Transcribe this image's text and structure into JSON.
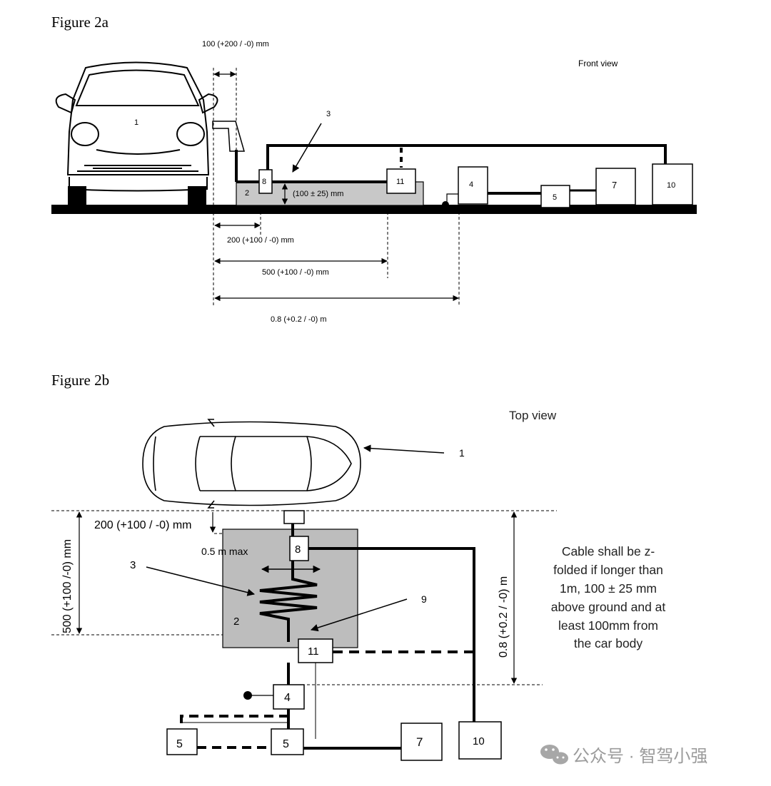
{
  "figure_a": {
    "title": "Figure 2a",
    "view_label": "Front view",
    "dim_top": "100 (+200 / -0) mm",
    "dim_height": "(100   ±  25)   mm",
    "dim_200": "200 (+100 / -0) mm",
    "dim_500": "500 (+100 / -0) mm",
    "dim_08": "0.8 (+0.2 / -0) m",
    "labels": {
      "car": "1",
      "table": "2",
      "cable": "3",
      "dut4": "4",
      "dut5": "5",
      "dut7": "7",
      "dut8": "8",
      "dut10": "10",
      "dut11": "11"
    }
  },
  "figure_b": {
    "title": "Figure 2b",
    "view_label": "Top view",
    "dim_200": "200 (+100 / -0) mm",
    "dim_05": "0.5 m max",
    "dim_500": "500 (+100 /-0) mm",
    "dim_08": "0.8 (+0.2 / -0) m",
    "note": [
      "Cable shall be z-",
      "folded if longer than",
      "1m, 100 ± 25  mm",
      "above ground and at",
      "least 100mm from",
      "the car body"
    ],
    "labels": {
      "car": "1",
      "table": "2",
      "cable": "3",
      "dut4": "4",
      "dut5a": "5",
      "dut5b": "5",
      "dut7": "7",
      "connector": "9",
      "dut8": "8",
      "dut10": "10",
      "dut11": "11"
    }
  },
  "watermark": {
    "text": "公众号 · 智驾小强",
    "icon": "wechat-icon"
  }
}
